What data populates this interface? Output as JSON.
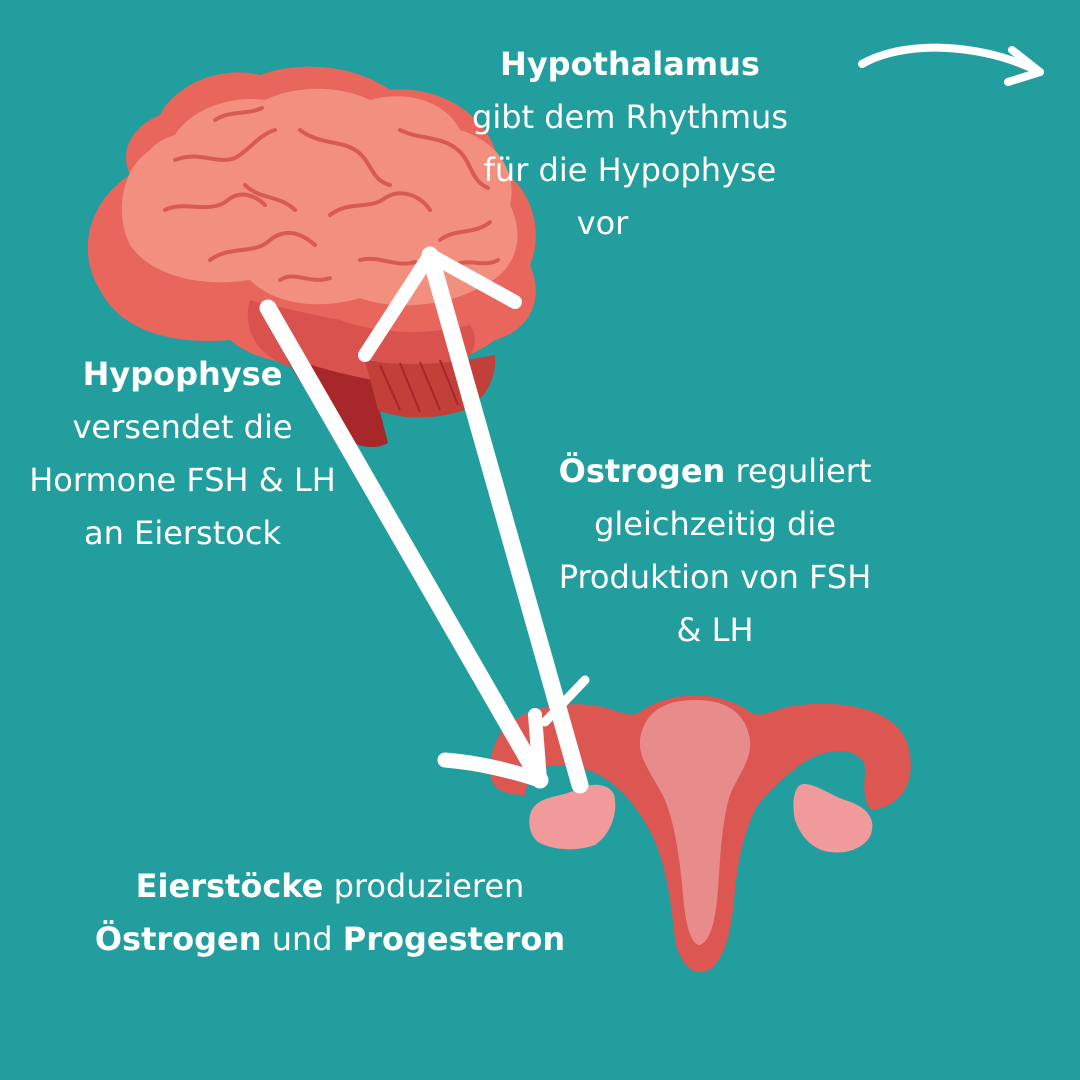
{
  "colors": {
    "background": "#229e9e",
    "brain_main": "#f28f7e",
    "brain_dark": "#e8665c",
    "brain_deep": "#a7272a",
    "uterus_main": "#dc5652",
    "uterus_inner": "#e88b8b",
    "ovary": "#f09a9c",
    "text": "#ffffff"
  },
  "icons": [
    "curved-arrow-icon",
    "brain-icon",
    "uterus-icon"
  ],
  "hypothalamus": {
    "title": "Hypothalamus",
    "line1": "gibt dem Rhythmus",
    "line2": "für die  Hypophyse",
    "line3": "vor"
  },
  "hypophyse": {
    "title": "Hypophyse",
    "line1": "versendet die",
    "line2": "Hormone FSH & LH",
    "line3": "an Eierstock"
  },
  "oestrogen": {
    "title": "Östrogen",
    "line1_rest": " reguliert",
    "line2": "gleichzeitig die",
    "line3": "Produktion von FSH",
    "line4": "& LH"
  },
  "eierstoecke": {
    "title": "Eierstöcke",
    "line1_rest": " produzieren",
    "word_oestrogen": "Östrogen",
    "word_und": " und ",
    "word_progesteron": "Progesteron"
  }
}
